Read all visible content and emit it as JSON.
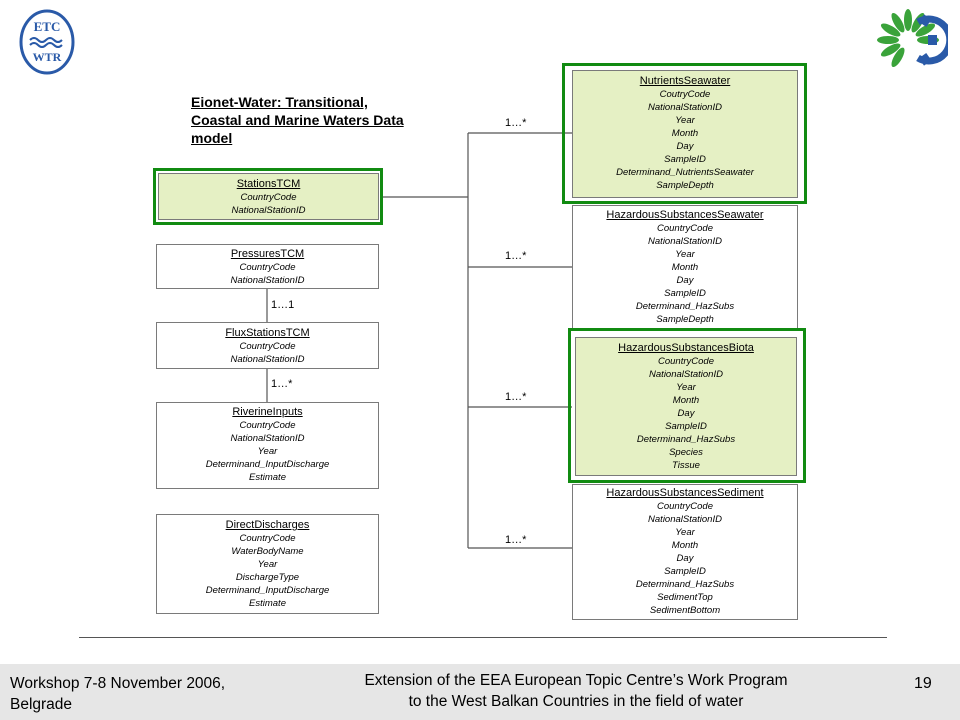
{
  "logos": {
    "left_icon": "etc-wtr-logo",
    "left_text_top": "ETC",
    "left_text_bottom": "WTR",
    "right_icon": "eea-flower-gear-logo"
  },
  "title": "Eionet-Water: Transitional, Coastal and Marine Waters Data model",
  "entities": {
    "stations": {
      "name": "StationsTCM",
      "fields": [
        "CountryCode",
        "NationalStationID"
      ]
    },
    "pressures": {
      "name": "PressuresTCM",
      "fields": [
        "CountryCode",
        "NationalStationID"
      ]
    },
    "flux": {
      "name": "FluxStationsTCM",
      "fields": [
        "CountryCode",
        "NationalStationID"
      ]
    },
    "riverine": {
      "name": "RiverineInputs",
      "fields": [
        "CountryCode",
        "NationalStationID",
        "Year",
        "Determinand_InputDischarge",
        "Estimate"
      ]
    },
    "direct": {
      "name": "DirectDischarges",
      "fields": [
        "CountryCode",
        "WaterBodyName",
        "Year",
        "DischargeType",
        "Determinand_InputDischarge",
        "Estimate"
      ]
    },
    "nutrients": {
      "name": "NutrientsSeawater",
      "fields": [
        "CoutryCode",
        "NationalStationID",
        "Year",
        "Month",
        "Day",
        "SampleID",
        "Determinand_NutrientsSeawater",
        "SampleDepth"
      ]
    },
    "hazsea": {
      "name": "HazardousSubstancesSeawater",
      "fields": [
        "CountryCode",
        "NationalStationID",
        "Year",
        "Month",
        "Day",
        "SampleID",
        "Determinand_HazSubs",
        "SampleDepth"
      ]
    },
    "hazbiota": {
      "name": "HazardousSubstancesBiota",
      "fields": [
        "CountryCode",
        "NationalStationID",
        "Year",
        "Month",
        "Day",
        "SampleID",
        "Determinand_HazSubs",
        "Species",
        "Tissue"
      ]
    },
    "hazsed": {
      "name": "HazardousSubstancesSediment",
      "fields": [
        "CountryCode",
        "NationalStationID",
        "Year",
        "Month",
        "Day",
        "SampleID",
        "Determinand_HazSubs",
        "SedimentTop",
        "SedimentBottom"
      ]
    }
  },
  "cardinalities": {
    "pressures_flux": "1…1",
    "flux_riverine": "1…*",
    "to_nutrients": "1…*",
    "to_hazsea": "1…*",
    "to_hazbiota": "1…*",
    "to_hazsed": "1…*"
  },
  "footer": {
    "left_line1": "Workshop 7-8 November 2006,",
    "left_line2": "Belgrade",
    "mid_line1": "Extension of the EEA European Topic Centre’s Work Program",
    "mid_line2": "to the West Balkan Countries in the field of water",
    "page": "19"
  },
  "colors": {
    "highlight_border": "#118b11",
    "highlight_fill": "#e5f0c4",
    "footer_bg": "#e6e6e6",
    "logo_blue": "#2a5aa8",
    "logo_green": "#3aa33a"
  }
}
